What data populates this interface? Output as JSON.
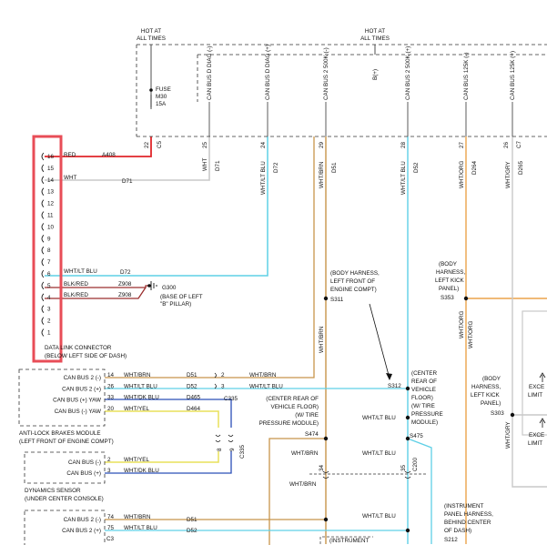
{
  "power": {
    "hot_left": [
      "HOT AT",
      "ALL TIMES"
    ],
    "hot_right": [
      "HOT AT",
      "ALL TIMES"
    ],
    "b_plus": "B(+)",
    "fuse": [
      "FUSE",
      "M30",
      "15A"
    ]
  },
  "top_labels": [
    "CAN BUS D DIAG (-)",
    "CAN BUS D DIAG (+)",
    "CAN BUS 2 500K (-)",
    "CAN BUS 2 500K (+)",
    "CAN BUS 125K (-)",
    "CAN BUS 125K (+)"
  ],
  "top_pins": [
    "22",
    "25",
    "24",
    "29",
    "28",
    "27",
    "26"
  ],
  "c5": "C5",
  "c7": "C7",
  "verticals": {
    "wht": "WHT",
    "d71": "D71",
    "wht_lt_blu_a": "WHT/LT BLU",
    "d72": "D72",
    "wht_brn": "WHT/BRN",
    "d51": "D51",
    "wht_lt_blu_b": "WHT/LT BLU",
    "d52": "D52",
    "wht_org": "WHT/ORG",
    "d264": "D264",
    "wht_gry": "WHT/GRY",
    "d265": "D265",
    "wht_brn_lower": "WHT/BRN",
    "wht_org_2": "WHT/ORG",
    "wht_org_3": "WHT/ORG",
    "wht_gry_2": "WHT/GRY"
  },
  "dlc": {
    "pins": [
      "16",
      "15",
      "14",
      "13",
      "12",
      "11",
      "10",
      "9",
      "8",
      "7",
      "6",
      "5",
      "4",
      "3",
      "2",
      "1"
    ],
    "wire_red": "RED",
    "a408": "A408",
    "wire_wht": "WHT",
    "d71": "D71",
    "wire_wht_lt_blu": "WHT/LT BLU",
    "d72": "D72",
    "blk_red_1": "BLK/RED",
    "z908_1": "Z908",
    "blk_red_2": "BLK/RED",
    "z908_2": "Z908",
    "ground": [
      "G300",
      "(BASE OF LEFT",
      "\"B\" PILLAR)"
    ],
    "name": [
      "DATA LINK CONNECTOR",
      "(BELOW LEFT SIDE OF DASH)"
    ]
  },
  "splices": {
    "s311": [
      "(BODY HARNESS,",
      "LEFT FRONT OF",
      "ENGINE COMPT)",
      "S311"
    ],
    "s353": [
      "(BODY",
      "HARNESS,",
      "LEFT KICK",
      "PANEL)",
      "S353"
    ],
    "s312": "S312",
    "center_rear": [
      "(CENTER",
      "REAR OF",
      "VEHICLE",
      "FLOOR)",
      "(W/ TIRE",
      "PRESSURE",
      "MODULE)"
    ],
    "s475": "S475",
    "s474": [
      "(CENTER REAR OF",
      "VEHICLE FLOOR)",
      "(W/ TIRE",
      "PRESSURE MODULE)",
      "S474"
    ],
    "s303": [
      "(BODY",
      "HARNESS,",
      "LEFT KICK",
      "PANEL)",
      "S303"
    ],
    "s212": [
      "(INSTRUMENT",
      "PANEL HARNESS,",
      "BEHIND CENTER",
      "OF DASH)",
      "S212"
    ],
    "instrument": "(INSTRUMENT",
    "exce_1": [
      "EXCE",
      "LIMIT"
    ],
    "exce_2": [
      "EXCE",
      "LIMIT"
    ]
  },
  "abs": {
    "rows": [
      {
        "label": "CAN BUS 2 (-)",
        "pin": "14",
        "color": "WHT/BRN",
        "circuit": "D51",
        "c_pin": "2",
        "out_color": "WHT/BRN"
      },
      {
        "label": "CAN BUS 2 (+)",
        "pin": "26",
        "color": "WHT/LT BLU",
        "circuit": "D52",
        "c_pin": "3",
        "out_color": "WHT/LT BLU"
      },
      {
        "label": "CAN BUS (+) YAW",
        "pin": "33",
        "color": "WHT/DK BLU",
        "circuit": "D465",
        "c_pin": "",
        "out_color": ""
      },
      {
        "label": "CAN BUS (-) YAW",
        "pin": "20",
        "color": "WHT/YEL",
        "circuit": "D464",
        "c_pin": "",
        "out_color": ""
      }
    ],
    "c335_top": "C335",
    "c335_side": "C335",
    "pins_89": [
      "8",
      "9"
    ],
    "name": [
      "ANTI-LOCK BRAKES MODULE",
      "(LEFT FRONT OF ENGINE COMPT)"
    ]
  },
  "dyn": {
    "rows": [
      {
        "label": "CAN BUS (-)",
        "pin": "2",
        "color": "WHT/YEL"
      },
      {
        "label": "CAN BUS (+)",
        "pin": "3",
        "color": "WHT/DK BLU"
      }
    ],
    "name": [
      "DYNAMICS SENSOR",
      "(UNDER CENTER CONSOLE)"
    ]
  },
  "center": {
    "wht_lt_blu_1": "WHT/LT BLU",
    "wht_lt_blu_2": "WHT/LT BLU",
    "wht_brn_1": "WHT/BRN",
    "wht_brn_2": "WHT/BRN",
    "pins": [
      "34",
      "35"
    ],
    "c200": "C200"
  },
  "bottom": {
    "rows": [
      {
        "label": "CAN BUS 2 (-)",
        "pin": "74",
        "color": "WHT/BRN",
        "circuit": "D51"
      },
      {
        "label": "CAN BUS 2 (+)",
        "pin": "75",
        "color": "WHT/LT BLU",
        "circuit": "D52"
      }
    ],
    "c3": "C3",
    "wht_lt_blu": "WHT/LT BLU"
  },
  "colors": {
    "red": "#e0262a",
    "lt_blu": "#5fd0e6",
    "brn": "#c8954a",
    "org": "#eba44b",
    "gry": "#bdbdbd",
    "yel": "#e8e05a",
    "dk_blu": "#2b4fb6",
    "highlight": "#e84d57"
  }
}
